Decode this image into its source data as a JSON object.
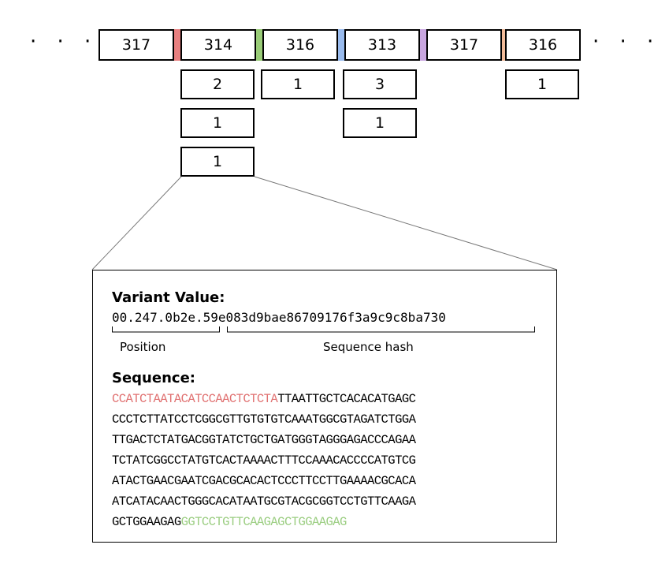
{
  "top_row": {
    "ellipsis_left": "· · ·",
    "ellipsis_right": "· · ·",
    "positions": [
      {
        "label": "317",
        "counts": []
      },
      {
        "label": "314",
        "counts": [
          "2",
          "1",
          "1"
        ]
      },
      {
        "label": "316",
        "counts": [
          "1"
        ]
      },
      {
        "label": "313",
        "counts": [
          "3",
          "1"
        ]
      },
      {
        "label": "317",
        "counts": []
      },
      {
        "label": "316",
        "counts": [
          "1"
        ]
      }
    ],
    "separator_colors": [
      "#e88080",
      "#99cc77",
      "#99bbee",
      "#c9a6e0",
      "#f2bb99"
    ]
  },
  "detail": {
    "variant_heading": "Variant Value:",
    "variant_value_position": "00.247.0b2e.",
    "variant_value_hash": "59e083d9bae86709176f3a9c9c8ba730",
    "position_label": "Position",
    "hash_label": "Sequence hash",
    "sequence_heading": "Sequence:",
    "sequence_lines": [
      {
        "fwd": "CCATCTAATACATCCAACTCTCTA",
        "seq": "TTAATTGCTCACACATGAGC",
        "rev": ""
      },
      {
        "fwd": "",
        "seq": "CCCTCTTATCCTCGGCGTTGTGTGTCAAATGGCGTAGATCTGGA",
        "rev": ""
      },
      {
        "fwd": "",
        "seq": "TTGACTCTATGACGGTATCTGCTGATGGGTAGGGAGACCCAGAA",
        "rev": ""
      },
      {
        "fwd": "",
        "seq": "TCTATCGGCCTATGTCACTAAAACTTTCCAAACACCCCATGTCG",
        "rev": ""
      },
      {
        "fwd": "",
        "seq": "ATACTGAACGAATCGACGCACACTCCCTTCCTTGAAAACGCACA",
        "rev": ""
      },
      {
        "fwd": "",
        "seq": "ATCATACAACTGGGCACATAATGCGTACGCGGTCCTGTTCAAGA",
        "rev": ""
      },
      {
        "fwd": "",
        "seq": "GCTGGAAGAG",
        "rev": "GGTCCTGTTCAAGAGCTGGAAGAG"
      }
    ]
  }
}
